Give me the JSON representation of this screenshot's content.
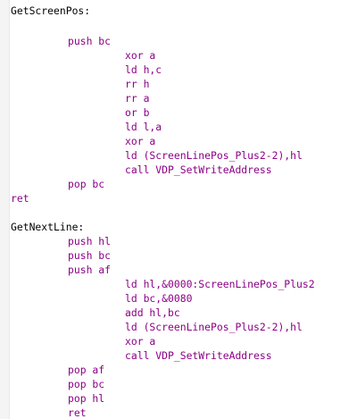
{
  "editor": {
    "lines": [
      {
        "text": "GetScreenPos:",
        "kind": "label"
      },
      {
        "text": "push bc",
        "kind": "instr",
        "indent": 1
      },
      {
        "text": "xor a",
        "kind": "instr",
        "indent": 2
      },
      {
        "text": "ld h,c",
        "kind": "instr",
        "indent": 2
      },
      {
        "text": "rr h",
        "kind": "instr",
        "indent": 2
      },
      {
        "text": "rr a",
        "kind": "instr",
        "indent": 2
      },
      {
        "text": "or b",
        "kind": "instr",
        "indent": 2
      },
      {
        "text": "ld l,a",
        "kind": "instr",
        "indent": 2
      },
      {
        "text": "xor a",
        "kind": "instr",
        "indent": 2
      },
      {
        "text": "ld (ScreenLinePos_Plus2-2),hl",
        "kind": "instr",
        "indent": 2
      },
      {
        "text": "call VDP_SetWriteAddress",
        "kind": "instr",
        "indent": 2
      },
      {
        "text": "pop bc",
        "kind": "instr",
        "indent": 1
      },
      {
        "text": "ret",
        "kind": "instr",
        "indent": 0
      },
      {
        "text": "GetNextLine:",
        "kind": "label"
      },
      {
        "text": "push hl",
        "kind": "instr",
        "indent": 1
      },
      {
        "text": "push bc",
        "kind": "instr",
        "indent": 1
      },
      {
        "text": "push af",
        "kind": "instr",
        "indent": 1
      },
      {
        "text": "ld hl,&0000:ScreenLinePos_Plus2",
        "kind": "instr",
        "indent": 2
      },
      {
        "text": "ld bc,&0080",
        "kind": "instr",
        "indent": 2
      },
      {
        "text": "add hl,bc",
        "kind": "instr",
        "indent": 2
      },
      {
        "text": "ld (ScreenLinePos_Plus2-2),hl",
        "kind": "instr",
        "indent": 2
      },
      {
        "text": "xor a",
        "kind": "instr",
        "indent": 2
      },
      {
        "text": "call VDP_SetWriteAddress",
        "kind": "instr",
        "indent": 2
      },
      {
        "text": "pop af",
        "kind": "instr",
        "indent": 1
      },
      {
        "text": "pop bc",
        "kind": "instr",
        "indent": 1
      },
      {
        "text": "pop hl",
        "kind": "instr",
        "indent": 1
      },
      {
        "text": "ret",
        "kind": "instr",
        "indent": 1
      }
    ],
    "colors": {
      "label": "#000000",
      "instr": "#8b0086",
      "background": "#ffffff"
    }
  }
}
